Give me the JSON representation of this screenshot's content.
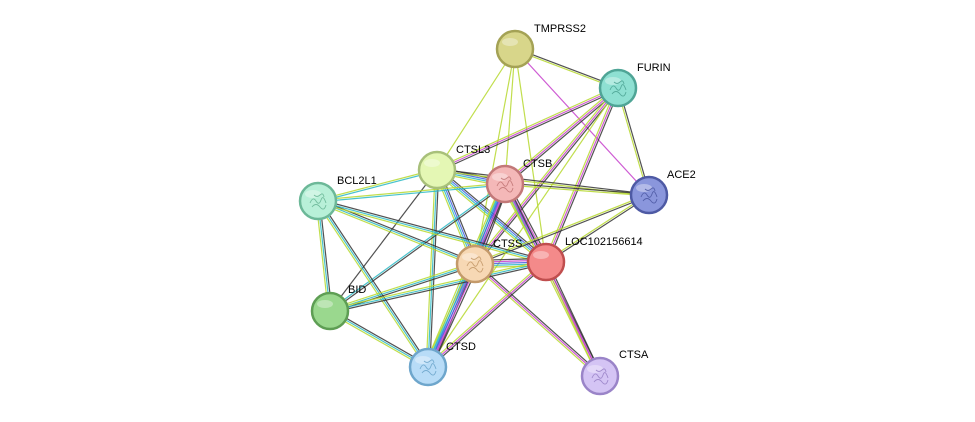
{
  "nodes": [
    {
      "id": "TMPRSS2",
      "label": "TMPRSS2",
      "color": "#d8d68a",
      "stroke": "#a4a255",
      "icon": "none"
    },
    {
      "id": "FURIN",
      "label": "FURIN",
      "color": "#8ee0d2",
      "stroke": "#4fa596",
      "icon": "protein-structure-icon"
    },
    {
      "id": "CTSL3",
      "label": "CTSL3",
      "color": "#e4f7b4",
      "stroke": "#a8c07a",
      "icon": "none"
    },
    {
      "id": "CTSB",
      "label": "CTSB",
      "color": "#f4b8b8",
      "stroke": "#c27878",
      "icon": "protein-structure-icon"
    },
    {
      "id": "ACE2",
      "label": "ACE2",
      "color": "#8a96dc",
      "stroke": "#4e5aa4",
      "icon": "protein-structure-icon"
    },
    {
      "id": "BCL2L1",
      "label": "BCL2L1",
      "color": "#b8f0d8",
      "stroke": "#6cb898",
      "icon": "protein-structure-icon"
    },
    {
      "id": "CTSS",
      "label": "CTSS",
      "color": "#f7d8b4",
      "stroke": "#c49a6a",
      "icon": "protein-structure-icon"
    },
    {
      "id": "LOC102156614",
      "label": "LOC102156614",
      "color": "#f48a8a",
      "stroke": "#c04e4e",
      "icon": "none"
    },
    {
      "id": "BID",
      "label": "BID",
      "color": "#9ad88e",
      "stroke": "#5e9e54",
      "icon": "none"
    },
    {
      "id": "CTSD",
      "label": "CTSD",
      "color": "#b8dcf7",
      "stroke": "#6ea6cc",
      "icon": "protein-structure-icon"
    },
    {
      "id": "CTSA",
      "label": "CTSA",
      "color": "#d4c4f4",
      "stroke": "#9a84c8",
      "icon": "protein-structure-icon"
    }
  ],
  "edges": [
    {
      "source": "TMPRSS2",
      "target": "FURIN",
      "colors": [
        "#333333",
        "#b6d82e"
      ]
    },
    {
      "source": "TMPRSS2",
      "target": "ACE2",
      "colors": [
        "#c63ecb"
      ]
    },
    {
      "source": "TMPRSS2",
      "target": "CTSL3",
      "colors": [
        "#b6d82e"
      ]
    },
    {
      "source": "TMPRSS2",
      "target": "CTSB",
      "colors": [
        "#b6d82e"
      ]
    },
    {
      "source": "TMPRSS2",
      "target": "CTSS",
      "colors": [
        "#b6d82e"
      ]
    },
    {
      "source": "TMPRSS2",
      "target": "LOC102156614",
      "colors": [
        "#b6d82e"
      ]
    },
    {
      "source": "FURIN",
      "target": "ACE2",
      "colors": [
        "#333333",
        "#b6d82e"
      ]
    },
    {
      "source": "FURIN",
      "target": "CTSL3",
      "colors": [
        "#333333",
        "#c63ecb",
        "#b6d82e"
      ]
    },
    {
      "source": "FURIN",
      "target": "CTSB",
      "colors": [
        "#333333",
        "#c63ecb",
        "#b6d82e"
      ]
    },
    {
      "source": "FURIN",
      "target": "CTSS",
      "colors": [
        "#333333",
        "#c63ecb",
        "#b6d82e"
      ]
    },
    {
      "source": "FURIN",
      "target": "LOC102156614",
      "colors": [
        "#333333",
        "#c63ecb",
        "#b6d82e"
      ]
    },
    {
      "source": "FURIN",
      "target": "CTSD",
      "colors": [
        "#b6d82e"
      ]
    },
    {
      "source": "CTSL3",
      "target": "CTSB",
      "colors": [
        "#333333",
        "#3f5de0",
        "#29b8c4",
        "#b6d82e"
      ]
    },
    {
      "source": "CTSL3",
      "target": "ACE2",
      "colors": [
        "#333333",
        "#b6d82e"
      ]
    },
    {
      "source": "CTSL3",
      "target": "BCL2L1",
      "colors": [
        "#29b8c4",
        "#b6d82e"
      ]
    },
    {
      "source": "CTSL3",
      "target": "CTSS",
      "colors": [
        "#333333",
        "#3f5de0",
        "#29b8c4",
        "#b6d82e"
      ]
    },
    {
      "source": "CTSL3",
      "target": "LOC102156614",
      "colors": [
        "#333333",
        "#3f5de0",
        "#29b8c4",
        "#b6d82e"
      ]
    },
    {
      "source": "CTSL3",
      "target": "BID",
      "colors": [
        "#333333"
      ]
    },
    {
      "source": "CTSL3",
      "target": "CTSD",
      "colors": [
        "#333333",
        "#29b8c4",
        "#b6d82e"
      ]
    },
    {
      "source": "CTSB",
      "target": "ACE2",
      "colors": [
        "#333333",
        "#b6d82e"
      ]
    },
    {
      "source": "CTSB",
      "target": "BCL2L1",
      "colors": [
        "#29b8c4",
        "#b6d82e"
      ]
    },
    {
      "source": "CTSB",
      "target": "CTSS",
      "colors": [
        "#333333",
        "#c63ecb",
        "#3f5de0",
        "#29b8c4",
        "#b6d82e"
      ]
    },
    {
      "source": "CTSB",
      "target": "LOC102156614",
      "colors": [
        "#333333",
        "#c63ecb",
        "#3f5de0",
        "#29b8c4",
        "#b6d82e"
      ]
    },
    {
      "source": "CTSB",
      "target": "BID",
      "colors": [
        "#333333",
        "#29b8c4"
      ]
    },
    {
      "source": "CTSB",
      "target": "CTSD",
      "colors": [
        "#333333",
        "#c63ecb",
        "#3f5de0",
        "#29b8c4",
        "#b6d82e"
      ]
    },
    {
      "source": "CTSB",
      "target": "CTSA",
      "colors": [
        "#333333",
        "#c63ecb",
        "#b6d82e"
      ]
    },
    {
      "source": "ACE2",
      "target": "CTSS",
      "colors": [
        "#333333",
        "#b6d82e"
      ]
    },
    {
      "source": "ACE2",
      "target": "LOC102156614",
      "colors": [
        "#333333",
        "#b6d82e"
      ]
    },
    {
      "source": "BCL2L1",
      "target": "CTSS",
      "colors": [
        "#333333",
        "#29b8c4",
        "#b6d82e"
      ]
    },
    {
      "source": "BCL2L1",
      "target": "LOC102156614",
      "colors": [
        "#333333",
        "#29b8c4",
        "#b6d82e"
      ]
    },
    {
      "source": "BCL2L1",
      "target": "BID",
      "colors": [
        "#333333",
        "#29b8c4",
        "#b6d82e"
      ]
    },
    {
      "source": "BCL2L1",
      "target": "CTSD",
      "colors": [
        "#333333",
        "#29b8c4",
        "#b6d82e"
      ]
    },
    {
      "source": "CTSS",
      "target": "LOC102156614",
      "colors": [
        "#333333",
        "#c63ecb",
        "#3f5de0",
        "#29b8c4",
        "#b6d82e"
      ]
    },
    {
      "source": "CTSS",
      "target": "BID",
      "colors": [
        "#333333",
        "#29b8c4",
        "#b6d82e"
      ]
    },
    {
      "source": "CTSS",
      "target": "CTSD",
      "colors": [
        "#333333",
        "#c63ecb",
        "#3f5de0",
        "#29b8c4",
        "#b6d82e"
      ]
    },
    {
      "source": "CTSS",
      "target": "CTSA",
      "colors": [
        "#333333",
        "#c63ecb",
        "#b6d82e"
      ]
    },
    {
      "source": "LOC102156614",
      "target": "BID",
      "colors": [
        "#333333",
        "#29b8c4",
        "#b6d82e"
      ]
    },
    {
      "source": "LOC102156614",
      "target": "CTSD",
      "colors": [
        "#333333",
        "#c63ecb",
        "#b6d82e"
      ]
    },
    {
      "source": "LOC102156614",
      "target": "CTSA",
      "colors": [
        "#333333",
        "#c63ecb",
        "#b6d82e"
      ]
    },
    {
      "source": "BID",
      "target": "CTSD",
      "colors": [
        "#333333",
        "#29b8c4",
        "#b6d82e"
      ]
    }
  ]
}
